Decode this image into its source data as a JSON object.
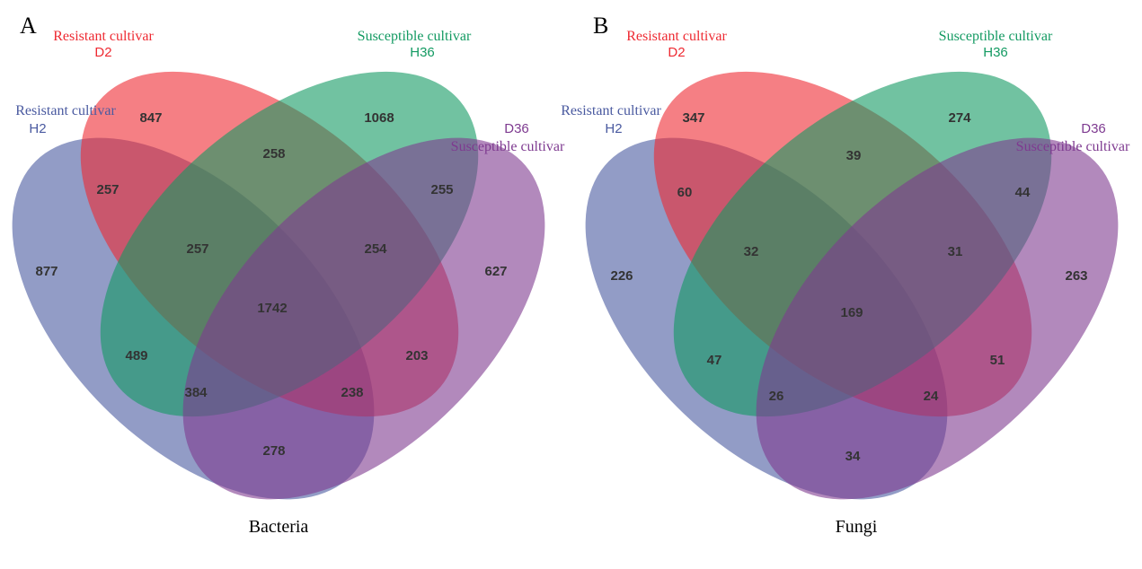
{
  "colors": {
    "H2": "#4a5aa0",
    "D2": "#ee2a32",
    "H36": "#139a62",
    "D36": "#7e3a90"
  },
  "panels": [
    {
      "letter": "A",
      "caption": "Bacteria",
      "sets": {
        "D2": {
          "line1": "Resistant cultivar",
          "line2": "D2"
        },
        "H36": {
          "line1": "Susceptible cultivar",
          "line2": "H36"
        },
        "H2": {
          "line1": "Resistant cultivar",
          "line2": "H2"
        },
        "D36": {
          "line1": "Susceptible cultivar",
          "line2": "D36"
        }
      },
      "regions": {
        "H2_only": "877",
        "D2_only": "847",
        "H36_only": "1068",
        "D36_only": "627",
        "H2_D2": "257",
        "D2_H36": "258",
        "H36_D36": "255",
        "H2_D2_H36": "257",
        "D2_H36_D36": "254",
        "all": "1742",
        "H2_H36": "489",
        "D2_D36": "203",
        "H2_H36_D36": "384",
        "H2_D2_D36": "238",
        "H2_D36": "278"
      }
    },
    {
      "letter": "B",
      "caption": "Fungi",
      "sets": {
        "D2": {
          "line1": "Resistant cultivar",
          "line2": "D2"
        },
        "H36": {
          "line1": "Susceptible cultivar",
          "line2": "H36"
        },
        "H2": {
          "line1": "Resistant cultivar",
          "line2": "H2"
        },
        "D36": {
          "line1": "Susceptible cultivar",
          "line2": "D36"
        }
      },
      "regions": {
        "H2_only": "226",
        "D2_only": "347",
        "H36_only": "274",
        "D36_only": "263",
        "H2_D2": "60",
        "D2_H36": "39",
        "H36_D36": "44",
        "H2_D2_H36": "32",
        "D2_H36_D36": "31",
        "all": "169",
        "H2_H36": "47",
        "D2_D36": "51",
        "H2_H36_D36": "26",
        "H2_D2_D36": "24",
        "H2_D36": "34"
      }
    }
  ]
}
